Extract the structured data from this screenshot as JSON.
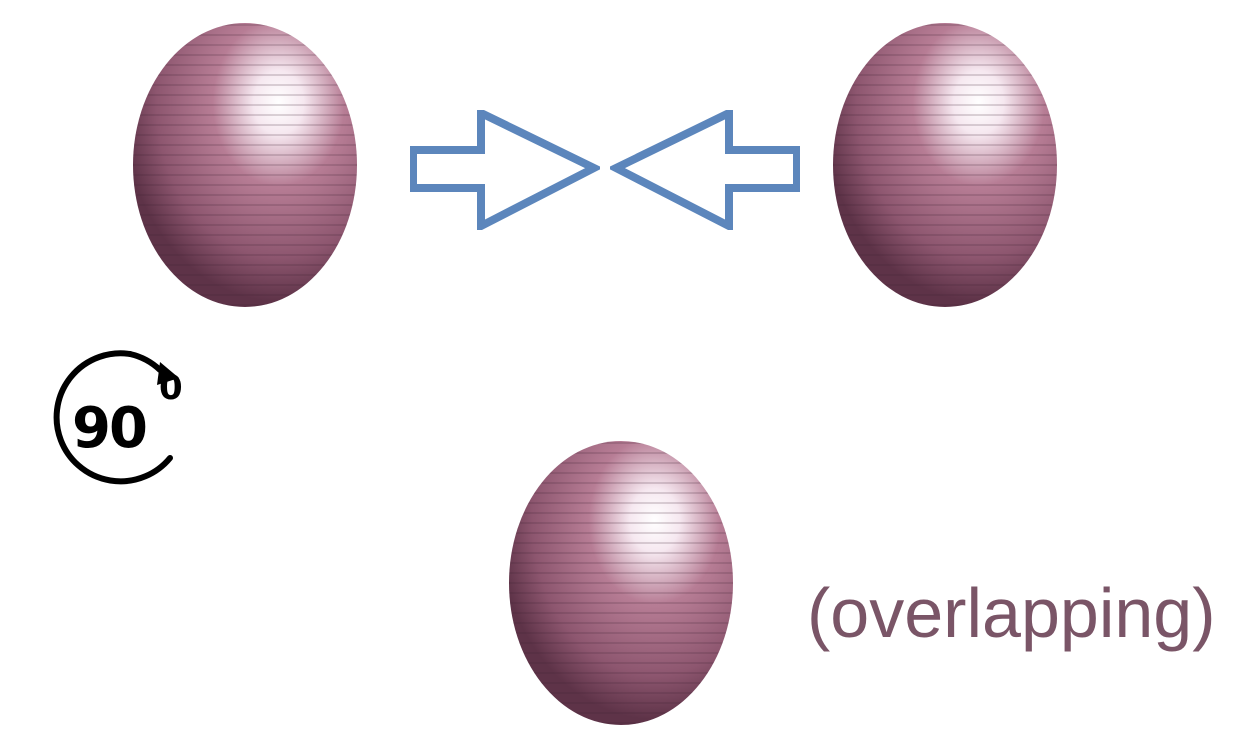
{
  "rotation": {
    "value": "90",
    "unit": "0",
    "icon": "rotate-clockwise-icon"
  },
  "caption": "(overlapping)",
  "colors": {
    "egg_base": "#b77d95",
    "egg_highlight": "#f6e8f0",
    "egg_shadow": "#5e3348",
    "arrow_stroke": "#5c86bc",
    "caption": "#7a5567"
  },
  "figures": {
    "top_left": "ellipsoid",
    "top_right": "ellipsoid",
    "bottom": "ellipsoid",
    "arrow_left_to_center": "right-arrow",
    "arrow_right_to_center": "left-arrow"
  }
}
